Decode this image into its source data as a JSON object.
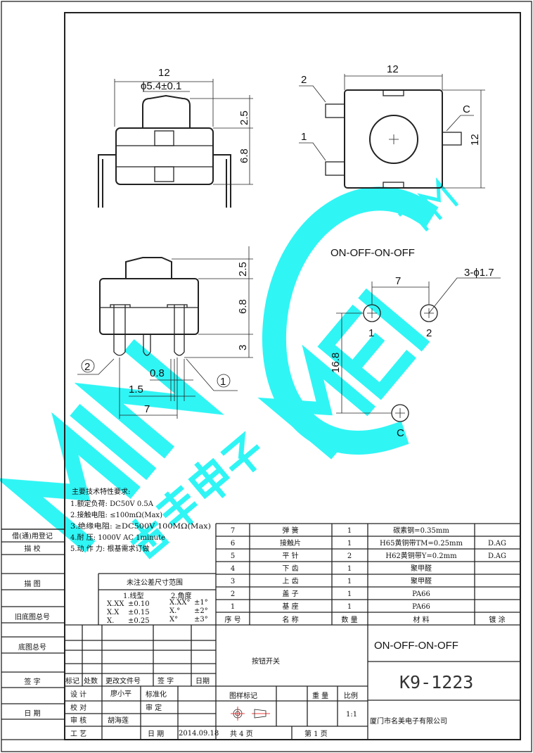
{
  "watermark": {
    "brand": "MINGMEI",
    "tm": "TM",
    "cn": "名美电子",
    "color": "#19f4f4"
  },
  "top_view": {
    "width": "12",
    "dia": "ϕ5.4±0.1",
    "h1": "2.5",
    "h2": "6.8"
  },
  "plan_view": {
    "width": "12",
    "height": "12",
    "pin2": "2",
    "pin1": "1",
    "pinC": "C"
  },
  "side_view": {
    "h1": "2.5",
    "h2": "6.8",
    "h3": "3",
    "d08": "0.8",
    "d15": "1.5",
    "d7": "7",
    "pin2": "2",
    "pin1": "1"
  },
  "pcb": {
    "mode": "ON-OFF-ON-OFF",
    "spacing": "7",
    "holes": "3-ϕ1.7",
    "vertical": "16.8",
    "p1": "1",
    "p2": "2",
    "pc": "C"
  },
  "tech": {
    "title": "主要技术特性要求:",
    "items": [
      "1.额定负荷:  DC50V 0.5A",
      "2.接触电阻:   ≤100mΩ(Max)",
      "3.绝缘电阻: ≥DC500V 100MΩ(Max)",
      "4.耐      压: 1000V AC 1minute",
      "5.动 作 力: 根基需求订做"
    ]
  },
  "tolerance": {
    "title": "未注公差尺寸范围",
    "linear": "1.线型",
    "angle": "2.角度",
    "rows": [
      [
        "X.XX",
        "±0.10",
        "X.XX°",
        "±1°"
      ],
      [
        "X.X",
        "±0.15",
        "X.°",
        "±2°"
      ],
      [
        "X.",
        "±0.25",
        "X°",
        "±3°"
      ]
    ]
  },
  "bom": {
    "headers": [
      "序 号",
      "名    称",
      "数 量",
      "材    料",
      "镀  涂"
    ],
    "rows": [
      [
        "7",
        "弹 簧",
        "1",
        "碳素钢=0.35mm",
        ""
      ],
      [
        "6",
        "接触片",
        "1",
        "H65黄铜带TM=0.25mm",
        "D.AG"
      ],
      [
        "5",
        "平 针",
        "2",
        "H62黄铜带Y=0.2mm",
        "D.AG"
      ],
      [
        "4",
        "下 齿",
        "1",
        "聚甲醛",
        ""
      ],
      [
        "3",
        "上 齿",
        "1",
        "聚甲醛",
        ""
      ],
      [
        "2",
        "盖  子",
        "1",
        "PA66",
        ""
      ],
      [
        "1",
        "基  座",
        "1",
        "PA66",
        ""
      ]
    ]
  },
  "left_strip": [
    "借(通)用登记",
    "描  校",
    "描  图",
    "旧底图总号",
    "底图总号",
    "签    字",
    "日    期"
  ],
  "revision": {
    "headers": [
      "标记",
      "处数",
      "更改文件号",
      "签    字",
      "日期"
    ]
  },
  "signoff": {
    "design": "设  计",
    "designer": "廖小平",
    "standard": "标准化",
    "check": "校  对",
    "approve": "审  定",
    "review": "审  核",
    "reviewer": "胡海莲",
    "process": "工  艺",
    "date_label": "日  期",
    "date": "2014.09.18"
  },
  "title_block": {
    "name": "按钮开关",
    "mode": "ON-OFF-ON-OFF",
    "part_no": "K9-1223",
    "company": "厦门市名美电子有限公司",
    "pattern": "图样标记",
    "weight": "重 量",
    "scale_label": "比例",
    "scale": "1:1",
    "total": "共   4   页",
    "page": "第   1   页"
  }
}
